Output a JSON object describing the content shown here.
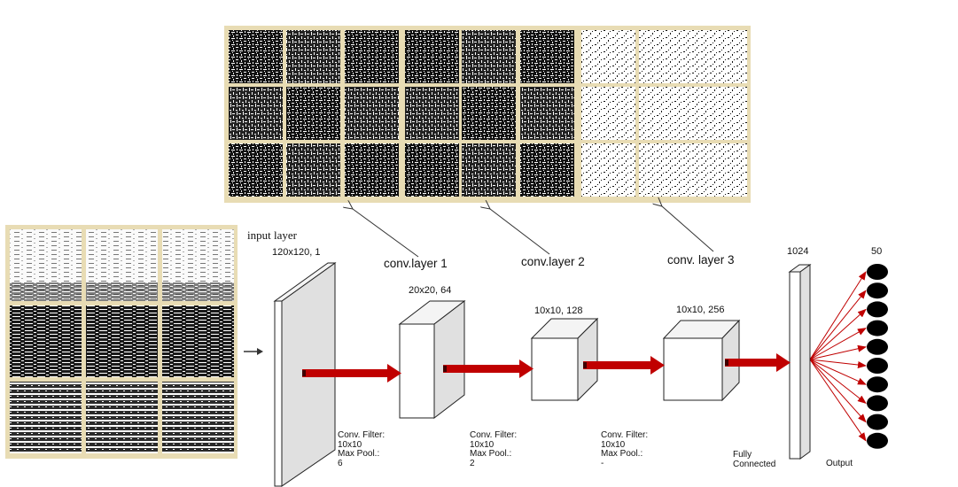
{
  "layers": {
    "input": {
      "name": "input layer",
      "size": "120x120, 1"
    },
    "conv1": {
      "name": "conv.layer 1",
      "size": "20x20, 64"
    },
    "conv2": {
      "name": "conv.layer 2",
      "size": "10x10, 128"
    },
    "conv3": {
      "name": "conv. layer 3",
      "size": "10x10, 256"
    },
    "fc": {
      "size": "1024",
      "caption_1": "Fully",
      "caption_2": "Connected"
    },
    "output": {
      "size": "50",
      "caption": "Output",
      "node_count": 10
    }
  },
  "params": [
    {
      "line1": "Conv. Filter:",
      "line2": "10x10",
      "line3": "Max Pool.:",
      "line4": "6"
    },
    {
      "line1": "Conv. Filter:",
      "line2": "10x10",
      "line3": "Max Pool.:",
      "line4": "2"
    },
    {
      "line1": "Conv. Filter:",
      "line2": "10x10",
      "line3": "Max Pool.:",
      "line4": "-"
    }
  ],
  "colors": {
    "frame": "#e8dcb4",
    "arrow": "#c00000",
    "block_side": "#e0e0e0",
    "node": "#000000"
  }
}
